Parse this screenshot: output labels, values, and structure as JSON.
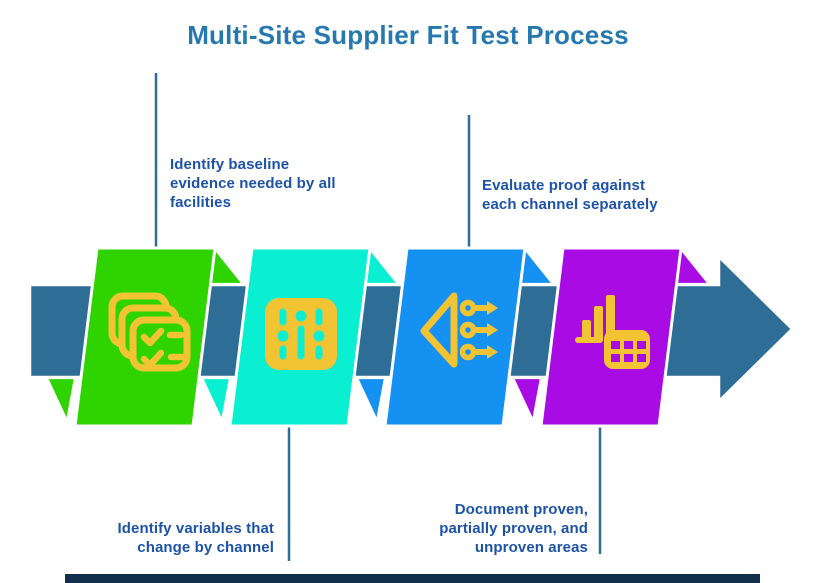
{
  "title": "Multi-Site Supplier Fit Test Process",
  "colors": {
    "title_text": "#2679AF",
    "label_text": "#1D53A6",
    "arrow": "#2E6E96",
    "connector": "#2E6E96",
    "icon": "#F2C433",
    "panel_border": "#FFFFFF",
    "footer_bar": "#122F4E",
    "step1": "#2ED300",
    "step2": "#0AEFD2",
    "step3": "#1591F2",
    "step4": "#A80BE3"
  },
  "steps": [
    {
      "icon": "checklist-pages-icon",
      "label_position": "above",
      "label_lines": [
        "Identify baseline",
        "evidence needed by all",
        "facilities"
      ]
    },
    {
      "icon": "sliders-icon",
      "label_position": "below",
      "label_lines": [
        "Identify variables that",
        "change by channel"
      ]
    },
    {
      "icon": "split-arrows-icon",
      "label_position": "above",
      "label_lines": [
        "Evaluate proof against",
        "each channel separately"
      ]
    },
    {
      "icon": "chart-calculator-icon",
      "label_position": "below",
      "label_lines": [
        "Document proven,",
        "partially proven, and",
        "unproven areas"
      ]
    }
  ]
}
